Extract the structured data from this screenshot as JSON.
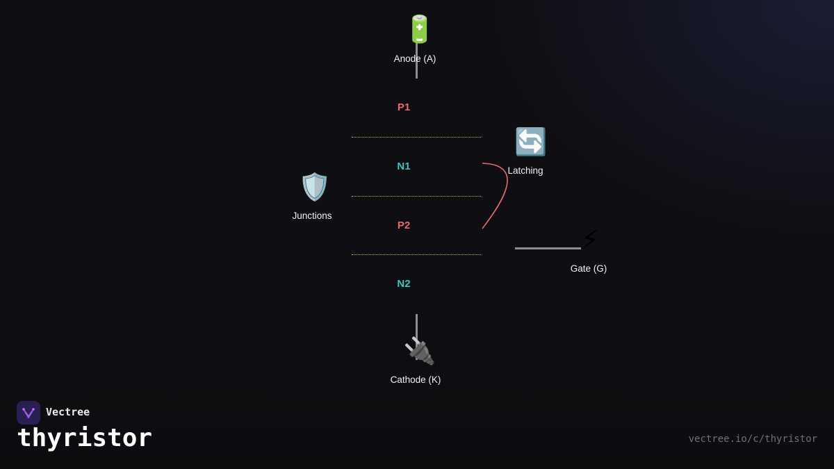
{
  "colors": {
    "background": "#0f0f13",
    "p_layer": "#e86a6a",
    "n_layer": "#3dc6bd",
    "junction": "#b9b94a",
    "wire": "#8e8e94",
    "latch_curve": "#e86a6a",
    "logo_bg": "#2a1f52",
    "logo_accent": "#b04ce0"
  },
  "diagram": {
    "anode": {
      "icon": "🔋",
      "icon_name": "battery-icon",
      "label": "Anode (A)"
    },
    "cathode": {
      "icon": "🔌",
      "icon_name": "plug-icon",
      "label": "Cathode (K)"
    },
    "gate": {
      "icon": "⚡",
      "icon_name": "lightning-icon",
      "label": "Gate (G)"
    },
    "latching": {
      "icon": "🔄",
      "icon_name": "refresh-arrows-icon",
      "label": "Latching"
    },
    "junctions": {
      "icon": "🛡️",
      "icon_name": "shield-icon",
      "label": "Junctions"
    },
    "layers": [
      {
        "label": "P1",
        "type": "P"
      },
      {
        "label": "N1",
        "type": "N"
      },
      {
        "label": "P2",
        "type": "P"
      },
      {
        "label": "N2",
        "type": "N"
      }
    ]
  },
  "branding": {
    "brand_name": "Vectree",
    "title": "thyristor",
    "url": "vectree.io/c/thyristor"
  }
}
